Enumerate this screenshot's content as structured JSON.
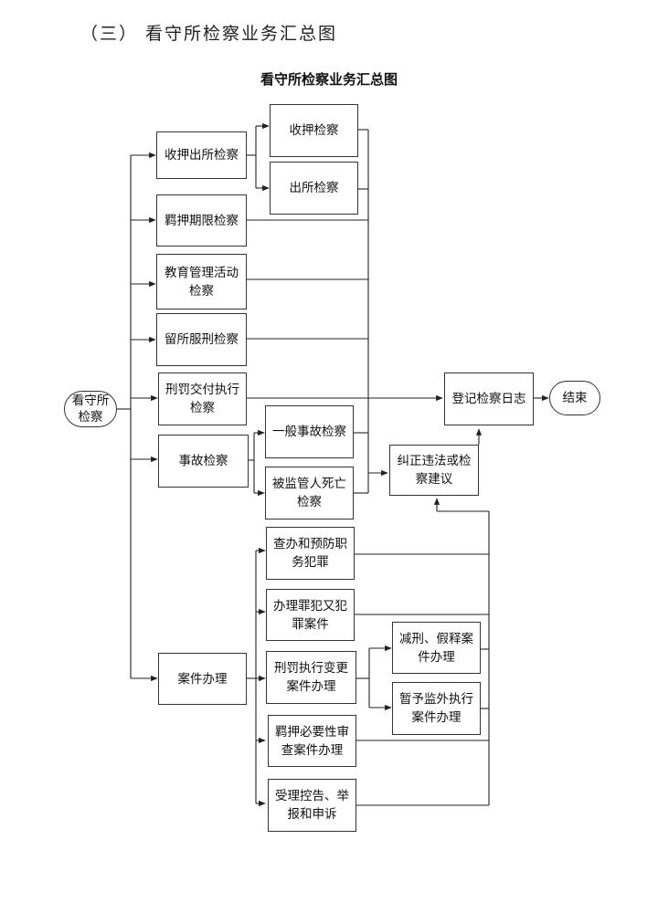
{
  "page": {
    "section_heading": "（三） 看守所检察业务汇总图",
    "diagram_title": "看守所检察业务汇总图"
  },
  "nodes": {
    "start": "看守所\n检察",
    "end": "结束",
    "intake_release": "收押出所检察",
    "intake": "收押检察",
    "release": "出所检察",
    "detention_period": "羁押期限检察",
    "education_mgmt": "教育管理活动\n检察",
    "remain_sentence": "留所服刑检察",
    "sentence_delivery": "刑罚交付执行\n检察",
    "incident": "事故检察",
    "general_incident": "一般事故检察",
    "death": "被监管人死亡\n检察",
    "log": "登记检察日志",
    "correction": "纠正违法或检\n察建议",
    "case_handling": "案件办理",
    "duty_crime": "查办和预防职\n务犯罪",
    "reoffense": "办理罪犯又犯\n罪案件",
    "execution_change": "刑罚执行变更\n案件办理",
    "commutation_parole": "减刑、假释案\n件办理",
    "temp_outside": "暂予监外执行\n案件办理",
    "custody_review": "羁押必要性审\n查案件办理",
    "complaints": "受理控告、举\n报和申诉"
  }
}
